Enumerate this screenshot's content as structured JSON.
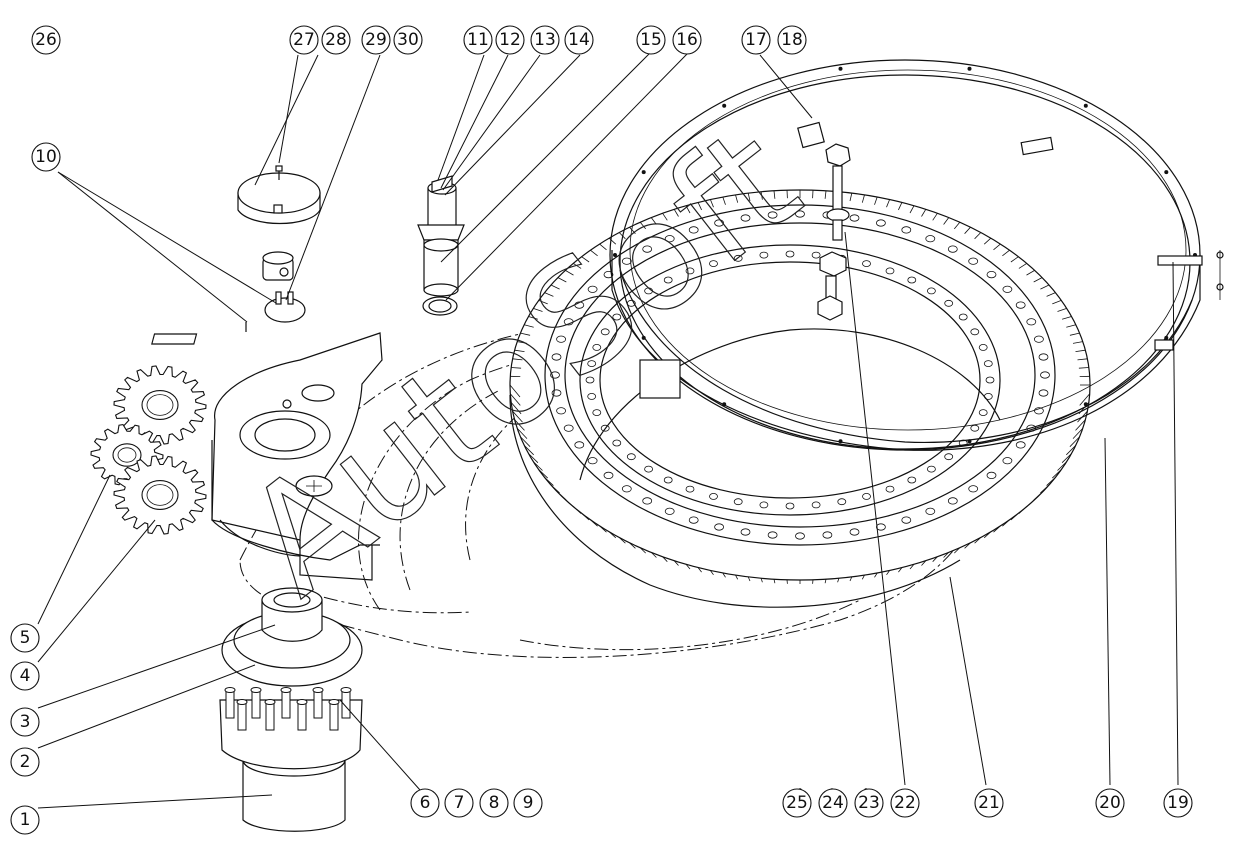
{
  "watermark": {
    "text": "AutoSoft"
  },
  "corner_mark": "",
  "callouts": [
    {
      "id": "c26",
      "label": "26"
    },
    {
      "id": "c27",
      "label": "27"
    },
    {
      "id": "c28",
      "label": "28"
    },
    {
      "id": "c29",
      "label": "29"
    },
    {
      "id": "c30",
      "label": "30"
    },
    {
      "id": "c11",
      "label": "11"
    },
    {
      "id": "c12",
      "label": "12"
    },
    {
      "id": "c13",
      "label": "13"
    },
    {
      "id": "c14",
      "label": "14"
    },
    {
      "id": "c15",
      "label": "15"
    },
    {
      "id": "c16",
      "label": "16"
    },
    {
      "id": "c17",
      "label": "17"
    },
    {
      "id": "c18",
      "label": "18"
    },
    {
      "id": "c10",
      "label": "10"
    },
    {
      "id": "c5",
      "label": "5"
    },
    {
      "id": "c4",
      "label": "4"
    },
    {
      "id": "c3",
      "label": "3"
    },
    {
      "id": "c2",
      "label": "2"
    },
    {
      "id": "c1",
      "label": "1"
    },
    {
      "id": "c6",
      "label": "6"
    },
    {
      "id": "c7",
      "label": "7"
    },
    {
      "id": "c8",
      "label": "8"
    },
    {
      "id": "c9",
      "label": "9"
    },
    {
      "id": "c25",
      "label": "25"
    },
    {
      "id": "c24",
      "label": "24"
    },
    {
      "id": "c23",
      "label": "23"
    },
    {
      "id": "c22",
      "label": "22"
    },
    {
      "id": "c21",
      "label": "21"
    },
    {
      "id": "c20",
      "label": "20"
    },
    {
      "id": "c19",
      "label": "19"
    }
  ]
}
